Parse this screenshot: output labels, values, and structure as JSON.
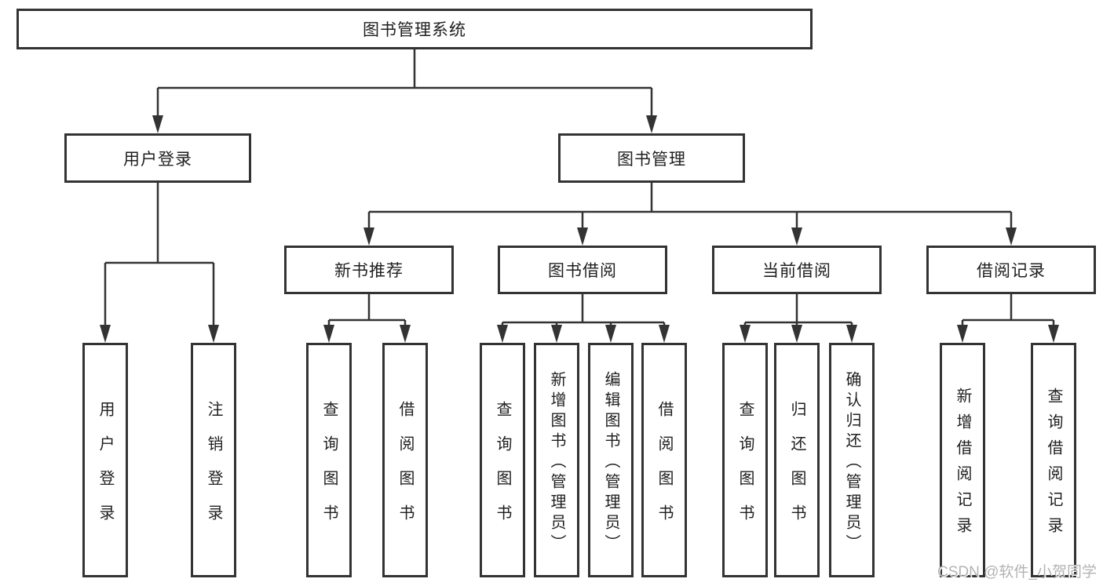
{
  "tree": {
    "root": "图书管理系统",
    "branches": [
      {
        "label": "用户登录",
        "children": [
          "用户登录",
          "注销登录"
        ]
      },
      {
        "label": "图书管理",
        "sections": [
          {
            "label": "新书推荐",
            "children": [
              "查询图书",
              "借阅图书"
            ]
          },
          {
            "label": "图书借阅",
            "children": [
              "查询图书",
              "新增图书（管理员）",
              "编辑图书（管理员）",
              "借阅图书"
            ]
          },
          {
            "label": "当前借阅",
            "children": [
              "查询图书",
              "归还图书",
              "确认归还（管理员）"
            ]
          },
          {
            "label": "借阅记录",
            "children": [
              "新增借阅记录",
              "查询借阅记录"
            ]
          }
        ]
      }
    ]
  },
  "watermark": "CSDN @软件_小贺同学",
  "colors": {
    "line": "#333333",
    "box_background": "#ffffff",
    "text": "#1f1f1f",
    "watermark": "#b3b3b3"
  }
}
